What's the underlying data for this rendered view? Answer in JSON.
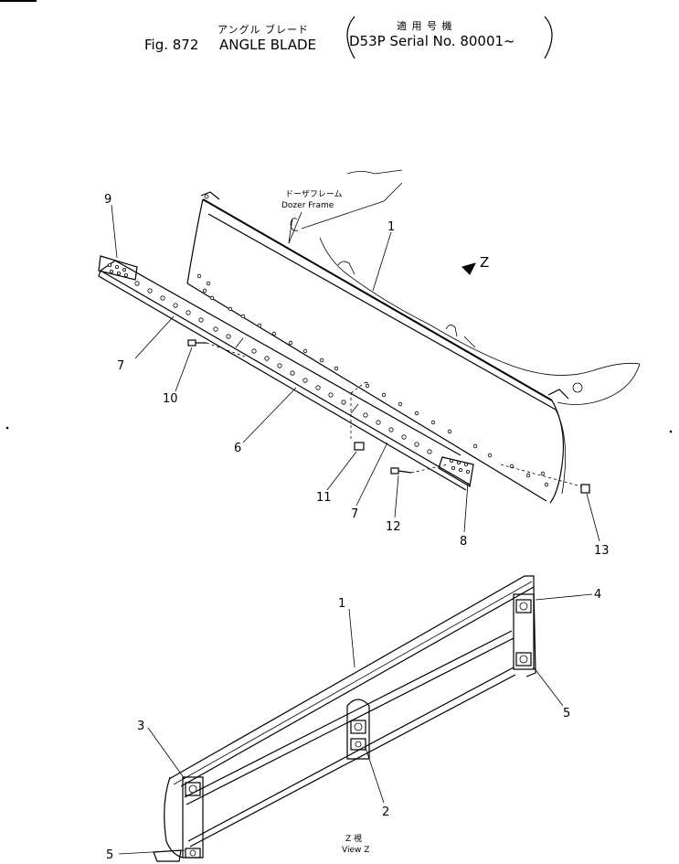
{
  "header": {
    "title_jp": "アングル ブレード",
    "fig_no": "Fig. 872",
    "title": "ANGLE BLADE",
    "applies_jp": "適 用 号 機",
    "serial": "D53P Serial No. 80001~"
  },
  "annotations": {
    "dozer_frame_jp": "ドーザフレーム",
    "dozer_frame": "Dozer Frame",
    "view_arrow": "Z",
    "view_jp": "Z 視",
    "view_en": "View Z"
  },
  "callouts_top": [
    "9",
    "1",
    "7",
    "10",
    "6",
    "11",
    "7",
    "12",
    "8",
    "13"
  ],
  "callouts_bottom": [
    "1",
    "4",
    "3",
    "5",
    "2",
    "5"
  ]
}
